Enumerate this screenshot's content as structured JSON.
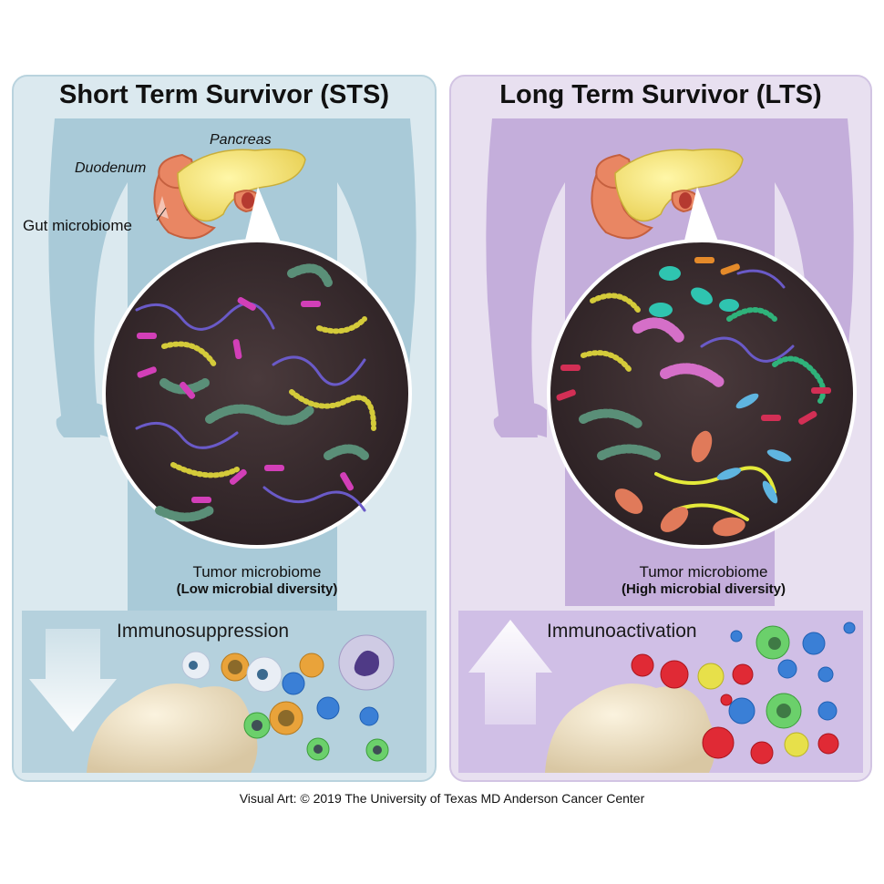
{
  "panels": [
    {
      "id": "sts",
      "title": "Short Term Survivor (STS)",
      "organ_labels": {
        "pancreas": "Pancreas",
        "duodenum": "Duodenum",
        "gut": "Gut microbiome"
      },
      "caption_line1": "Tumor microbiome",
      "caption_line2": "(Low microbial diversity)",
      "immune_label": "Immunosuppression",
      "immune_direction": "down",
      "background_color": "#dbe9ef",
      "silhouette_color": "#a9cad8"
    },
    {
      "id": "lts",
      "title": "Long Term Survivor (LTS)",
      "caption_line1": "Tumor microbiome",
      "caption_line2": "(High microbial diversity)",
      "immune_label": "Immunoactivation",
      "immune_direction": "up",
      "background_color": "#e8e0f0",
      "silhouette_color": "#c4aedb"
    }
  ],
  "credit": "Visual Art: © 2019 The University of Texas MD Anderson Cancer Center",
  "icons": [
    "human-silhouette",
    "pancreas-duodenum-illustration",
    "microbiome-magnified-circle",
    "arrow-down-icon",
    "arrow-up-icon",
    "tumor-mass",
    "immune-cells"
  ]
}
